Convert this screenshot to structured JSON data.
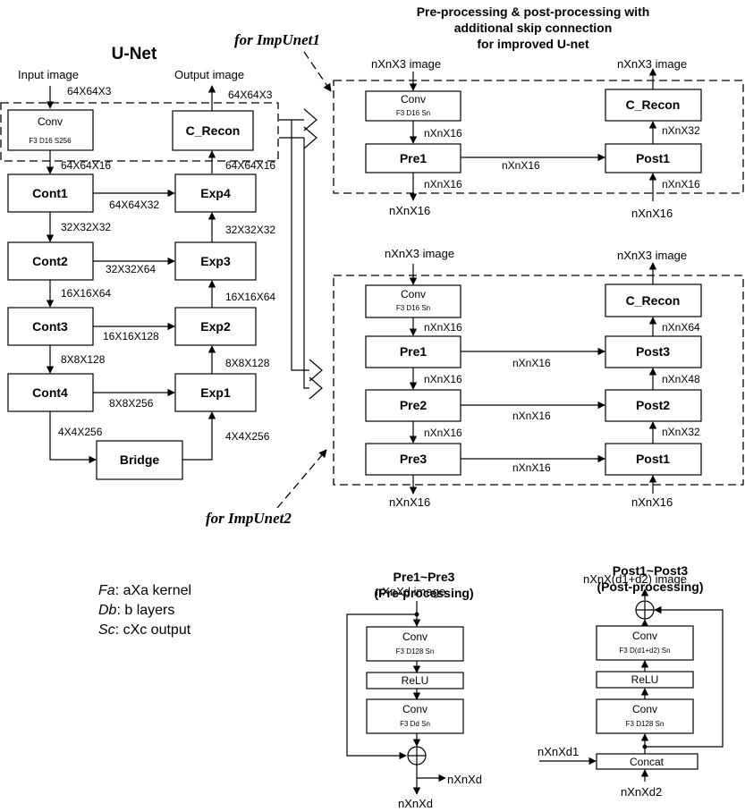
{
  "header": {
    "title_lines": [
      "Pre-processing & post-processing with",
      "additional skip connection",
      "for improved U-net"
    ]
  },
  "unet": {
    "title": "U-Net",
    "input_label": "Input image",
    "output_label": "Output image",
    "input_dim": "64X64X3",
    "output_dim": "64X64X3",
    "conv_label": "Conv",
    "conv_sub": "F3 D16 S256",
    "crecon": "C_Recon",
    "cont": [
      "Cont1",
      "Cont2",
      "Cont3",
      "Cont4"
    ],
    "exp": [
      "Exp4",
      "Exp3",
      "Exp2",
      "Exp1"
    ],
    "bridge": "Bridge",
    "dims": {
      "d1": "64X64X16",
      "d2": "64X64X16",
      "s1": "64X64X32",
      "c12": "32X32X32",
      "e21": "32X32X32",
      "s2": "32X32X64",
      "c23": "16X16X64",
      "e32": "16X16X64",
      "s3": "16X16X128",
      "c34": "8X8X128",
      "e43": "8X8X128",
      "s4": "8X8X256",
      "cb": "4X4X256",
      "be": "4X4X256"
    }
  },
  "impunet1": {
    "label": "for ImpUnet1",
    "input": "nXnX3 image",
    "output": "nXnX3 image",
    "conv": "Conv",
    "conv_sub": "F3 D16 Sn",
    "pre": "Pre1",
    "post": "Post1",
    "crecon": "C_Recon",
    "conv_pre": "nXnX16",
    "pre_down": "nXnX16",
    "skip": "nXnX16",
    "post_crecon": "nXnX32",
    "post_in": "nXnX16",
    "out_left": "nXnX16",
    "out_right": "nXnX16"
  },
  "impunet2": {
    "label": "for ImpUnet2",
    "input": "nXnX3 image",
    "output": "nXnX3 image",
    "conv": "Conv",
    "conv_sub": "F3 D16 Sn",
    "pre": [
      "Pre1",
      "Pre2",
      "Pre3"
    ],
    "post": [
      "Post3",
      "Post2",
      "Post1"
    ],
    "crecon": "C_Recon",
    "conv_pre1": "nXnX16",
    "pre1_pre2": "nXnX16",
    "pre2_pre3": "nXnX16",
    "skip": [
      "nXnX16",
      "nXnX16",
      "nXnX16"
    ],
    "post3_crecon": "nXnX64",
    "post2_post3": "nXnX48",
    "post1_post2": "nXnX32",
    "out_left": "nXnX16",
    "out_right": "nXnX16"
  },
  "legend": {
    "lines": [
      {
        "code": "Fa",
        "text": ": aXa kernel"
      },
      {
        "code": "Db",
        "text": ": b layers"
      },
      {
        "code": "Sc",
        "text": ": cXc output"
      }
    ]
  },
  "pre_detail": {
    "title": "Pre1~Pre3",
    "subtitle": "(Pre-processing)",
    "input": "nXnXd image",
    "conv1": "Conv",
    "conv1_sub": "F3 D128 Sn",
    "relu": "ReLU",
    "conv2": "Conv",
    "conv2_sub": "F3 Dd Sn",
    "out_right": "nXnXd",
    "out_bottom": "nXnXd"
  },
  "post_detail": {
    "title": "Post1~Post3",
    "subtitle": "(Post-processing)",
    "output": "nXnX(d1+d2) image",
    "conv1": "Conv",
    "conv1_sub": "F3 D(d1+d2) Sn",
    "relu": "ReLU",
    "conv2": "Conv",
    "conv2_sub": "F3 D128 Sn",
    "concat": "Concat",
    "in_left": "nXnXd1",
    "in_bottom": "nXnXd2"
  }
}
